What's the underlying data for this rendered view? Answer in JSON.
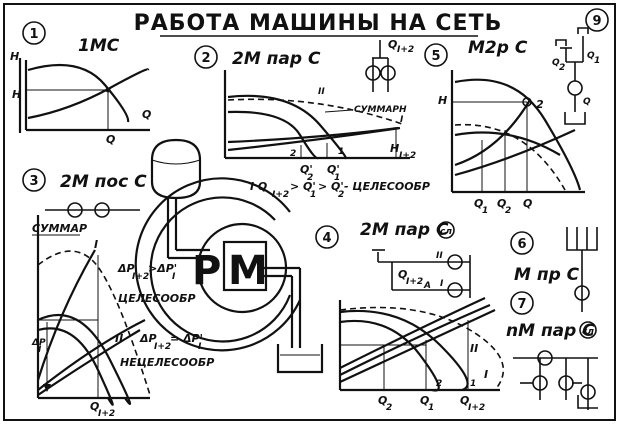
{
  "title": "РАБОТА МАШИНЫ НА СЕТЬ",
  "panel1": {
    "number": "1",
    "heading": "1МС",
    "y_axis": "H",
    "y_mark": "H",
    "x_axis": "Q",
    "x_mark": "Q"
  },
  "panel2": {
    "number": "2",
    "heading": "2М пар С",
    "flow_label": "Q",
    "flow_sub": "I+2",
    "curve_II": "II",
    "curve_I": "I",
    "sum_label": "СУММАРН",
    "mark_2": "2",
    "mark_1": "1",
    "q2p": "Q'",
    "q2p_sub": "2",
    "q1p": "Q'",
    "q1p_sub": "1",
    "hsum": "H",
    "hsum_sub": "I+2"
  },
  "panel2_note": {
    "text_a": "I Q",
    "sub_a": "I+2",
    "text_b": "> Q'",
    "sub_b": "1",
    "text_c": "> Q'",
    "sub_c": "2",
    "text_d": "- ЦЕЛЕСООБР"
  },
  "panel3": {
    "number": "3",
    "heading": "2М пос С",
    "sum_label": "СУММАР",
    "curve_I": "I",
    "curve_II": "II",
    "dp_label": "ΔP",
    "dp_sub": "I",
    "cond1_a": "ΔP",
    "cond1_sub": "I+2",
    "cond1_b": ">ΔP'",
    "cond1_sub2": "I",
    "cond1_text": "ЦЕЛЕСООБР",
    "cond2_a": "ΔP",
    "cond2_sub": "I+2",
    "cond2_b": "= ΔP'",
    "cond2_sub2": "I",
    "cond2_text": "НЕЦЕЛЕСООБР",
    "q_label": "Q",
    "q_sub": "I+2"
  },
  "panel4": {
    "number": "4",
    "heading": "2М пар С",
    "heading_suffix": "сл",
    "q_label": "Q",
    "q_sub": "I+2",
    "pump_II": "II",
    "pump_I": "I",
    "mark_A": "A",
    "curve_II": "II",
    "curve_I": "I",
    "mark_2": "2",
    "mark_1": "1",
    "q2": "Q",
    "q2_sub": "2",
    "q1": "Q",
    "q1_sub": "1",
    "qsum": "Q",
    "qsum_sub": "I+2"
  },
  "panel5": {
    "number": "5",
    "heading": "М2р С",
    "y_axis": "H",
    "mark_2": "2",
    "q1": "Q",
    "q1_sub": "1",
    "q2": "Q",
    "q2_sub": "2",
    "q": "Q"
  },
  "panel6": {
    "number": "6",
    "heading": "М пр С"
  },
  "panel7": {
    "number": "7",
    "heading": "nМ пар С",
    "heading_suffix": "сл"
  },
  "panel9": {
    "number": "9",
    "q2": "Q",
    "q2_sub": "2",
    "q1": "Q",
    "q1_sub": "1",
    "q": "Q"
  },
  "logo": {
    "letter_left": "P",
    "letter_right": "M"
  }
}
